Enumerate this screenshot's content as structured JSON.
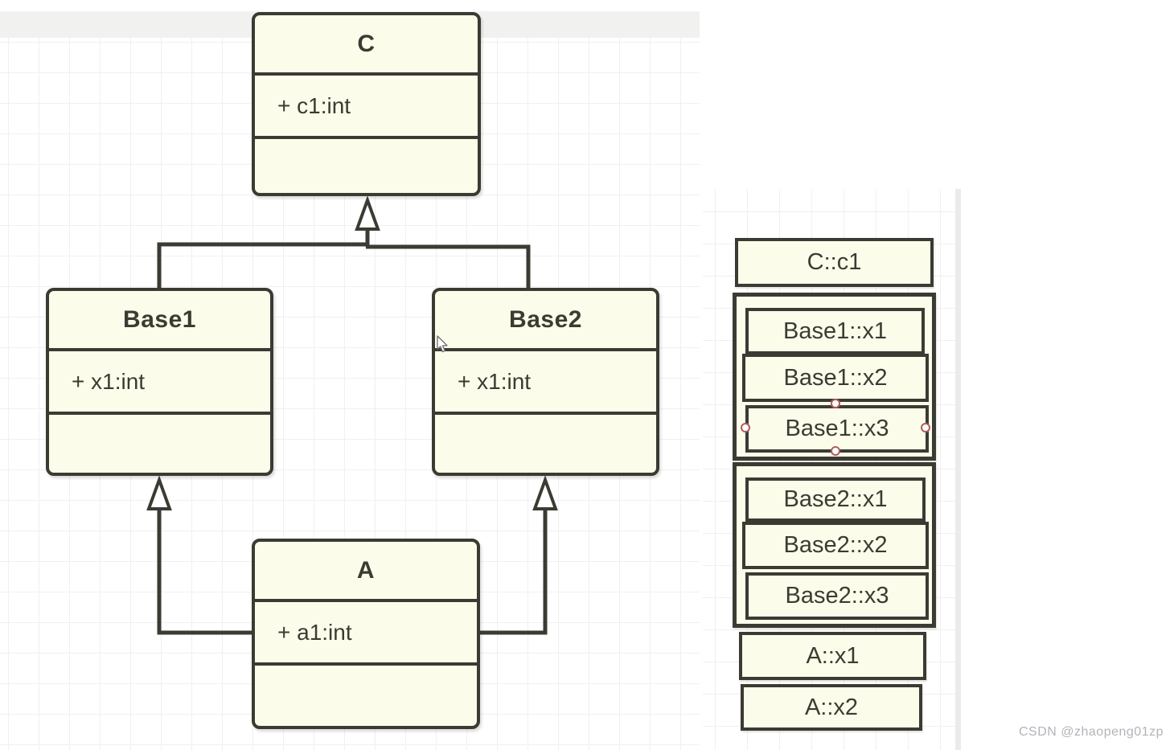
{
  "colors": {
    "box_fill": "#fcfcea",
    "box_border": "#3b3b33",
    "grid_line": "#f0f0f0",
    "toolbar_strip": "#f1f1ef",
    "selection_handle_ring": "#b25b5e",
    "watermark_text": "#b1b4b9"
  },
  "watermark": "CSDN @zhaopeng01zp",
  "uml": {
    "classes": [
      {
        "name": "C",
        "attributes": [
          "+ c1:int"
        ],
        "operations": []
      },
      {
        "name": "Base1",
        "attributes": [
          "+ x1:int"
        ],
        "operations": []
      },
      {
        "name": "Base2",
        "attributes": [
          "+ x1:int"
        ],
        "operations": []
      },
      {
        "name": "A",
        "attributes": [
          "+ a1:int"
        ],
        "operations": []
      }
    ],
    "relations": [
      {
        "from": "Base1",
        "to": "C",
        "type": "generalization"
      },
      {
        "from": "Base2",
        "to": "C",
        "type": "generalization"
      },
      {
        "from": "A",
        "to": "Base1",
        "type": "generalization"
      },
      {
        "from": "A",
        "to": "Base2",
        "type": "generalization"
      }
    ]
  },
  "memory": {
    "c_cell": "C::c1",
    "base1_cells": [
      "Base1::x1",
      "Base1::x2",
      "Base1::x3"
    ],
    "base2_cells": [
      "Base2::x1",
      "Base2::x2",
      "Base2::x3"
    ],
    "a_cells": [
      "A::x1",
      "A::x2"
    ],
    "selected_cell": "Base1::x3"
  }
}
